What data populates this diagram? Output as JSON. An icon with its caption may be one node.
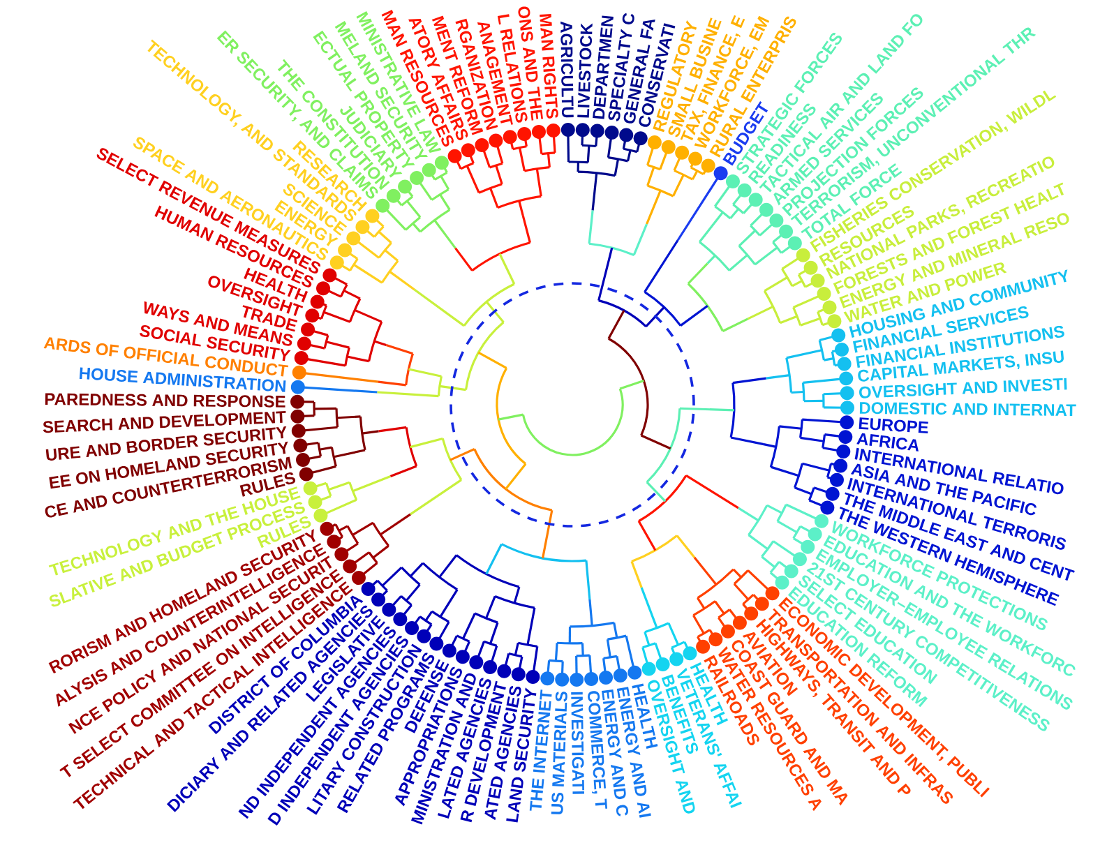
{
  "diagram": {
    "labels": [
      "AGRICULTU",
      "LIVESTOCK",
      "DEPARTMEN",
      "SPECIALTY C",
      "GENERAL FA",
      "CONSERVATI",
      "REGULATORY",
      "SMALL BUSINE",
      "TAX, FINANCE, E",
      "WORKFORCE, EM",
      "RURAL ENTERPRIS",
      "BUDGET",
      "STRATEGIC FORCES",
      "READINESS",
      "TACTICAL AIR AND LAND FO",
      "ARMED SERVICES",
      "PROJECTION FORCES",
      "TERRORISM, UNCONVENTIONAL THR",
      "TOTAL FORCE",
      "FISHERIES CONSERVATION, WILDL",
      "RESOURCES",
      "NATIONAL PARKS, RECREATIO",
      "FORESTS AND FOREST HEALT",
      "ENERGY AND MINERAL RESO",
      "WATER AND POWER",
      "HOUSING AND COMMUNITY",
      "FINANCIAL SERVICES",
      "FINANCIAL INSTITUTIONS",
      "CAPITAL MARKETS, INSU",
      "OVERSIGHT AND INVESTI",
      "DOMESTIC AND INTERNAT",
      "EUROPE",
      "AFRICA",
      "INTERNATIONAL RELATIO",
      "ASIA AND THE PACIFIC",
      "INTERNATIONAL TERRORIS",
      "THE MIDDLE EAST AND CENT",
      "THE WESTERN HEMISPHERE",
      "WORKFORCE PROTECTIONS",
      "EDUCATION AND THE WORKFORC",
      "EMPLOYER–EMPLOYEE RELATIONS",
      "21ST CENTURY COMPETITIVENESS",
      "SELECT EDUCATION",
      "EDUCATION REFORM",
      "ECONOMIC DEVELOPMENT, PUBLI",
      "TRANSPORTATION AND INFRAS",
      "HIGHWAYS, TRANSIT AND P",
      "AVIATION",
      "COAST GUARD AND MA",
      "WATER RESOURCES A",
      "RAILROADS",
      "THE INTERNET",
      "US MATERIALS",
      "INVESTIGATI",
      "COMMERCE, T",
      "ENERGY AND C",
      "ENERGY AND AI",
      "HEALTH",
      "OVERSIGHT AND",
      "BENEFITS",
      "VETERANS' AFFAI",
      "HEALTH",
      "LAND SECURITY",
      "ATED AGENCIES",
      "R DEVELOPMENT",
      "LATED AGENCIES",
      "MINISTRATION AND",
      "APPROPRIATIONS",
      "DEFENSE",
      "RELATED PROGRAMS",
      "LITARY CONSTRUCTION",
      "D INDEPENDENT AGENCIES",
      "ND INDEPENDENT AGENCIES",
      "LEGISLATIVE",
      "DICIARY AND RELATED AGENCIES",
      "DISTRICT OF COLUMBIA",
      "TECHNICAL AND TACTICAL INTELLIGENCE",
      "T SELECT COMMITTEE ON INTELLIGENCE",
      "NCE POLICY AND NATIONAL SECURIT",
      "ALYSIS AND COUNTERINTELLIGENCE",
      "RORISM AND HOMELAND SECURITY",
      "RULES",
      "SLATIVE AND BUDGET PROCESS",
      "TECHNOLOGY AND THE HOUSE",
      "RULES",
      "CE AND COUNTERTERRORISM",
      "EE ON HOMELAND SECURITY",
      "URE AND BORDER SECURITY",
      "SEARCH AND DEVELOPMENT",
      "PAREDNESS AND RESPONSE",
      "HOUSE ADMINISTRATION",
      "ARDS OF OFFICIAL CONDUCT",
      "SOCIAL SECURITY",
      "WAYS AND MEANS",
      "TRADE",
      "OVERSIGHT",
      "HEALTH",
      "HUMAN RESOURCES",
      "SELECT REVENUE MEASURES",
      "SPACE AND AERONAUTICS",
      "ENERGY",
      "SCIENCE",
      "TECHNOLOGY, AND STANDARDS",
      "RESEARCH",
      "ER SECURITY, AND CLAIMS",
      "THE CONSTITUTION",
      "JUDICIARY",
      "ECTUAL PROPERTY",
      "MELAND SECURITY",
      "MINISTRATIVE LAW",
      "MAN RESOURCES",
      "ATORY AFFAIRS",
      "MENT REFORM",
      "RGANIZATION",
      "ANAGEMENT",
      "L RELATIONS",
      "ONS AND THE",
      "MAN RIGHTS"
    ]
  }
}
